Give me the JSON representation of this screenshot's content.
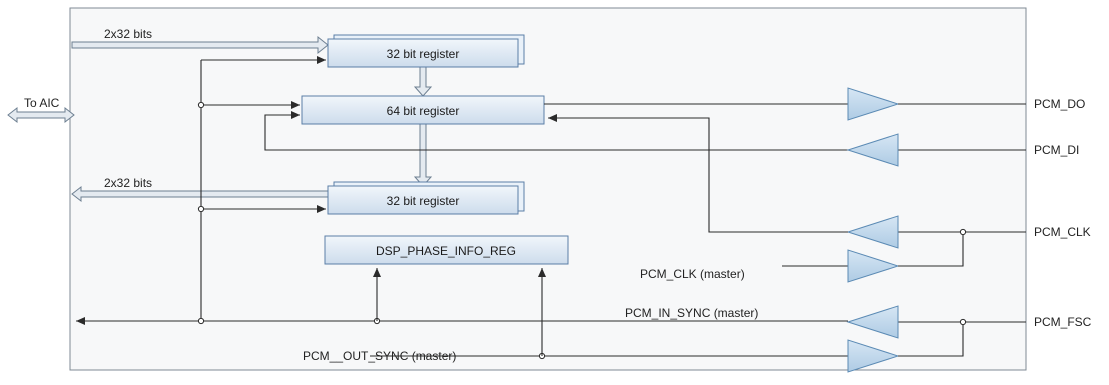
{
  "registers": {
    "top_reg": "32 bit register",
    "mid_reg": "64 bit register",
    "bottom_reg": "32 bit register",
    "dsp_reg": "DSP_PHASE_INFO_REG"
  },
  "bus_labels": {
    "top_bus": "2x32 bits",
    "bottom_bus": "2x32 bits",
    "aic": "To AIC"
  },
  "pins": {
    "do": "PCM_DO",
    "di": "PCM_DI",
    "clk": "PCM_CLK",
    "fsc": "PCM_FSC"
  },
  "signals": {
    "clk_master": "PCM_CLK (master)",
    "in_sync": "PCM_IN_SYNC (master)",
    "out_sync": "PCM__OUT_SYNC (master)"
  }
}
